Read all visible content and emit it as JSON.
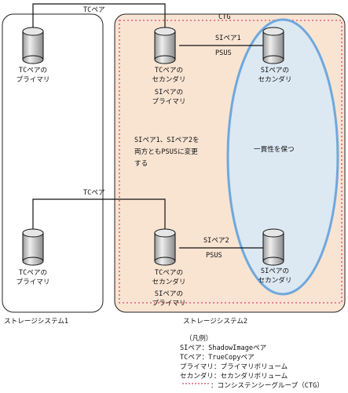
{
  "storage1": {
    "label": "ストレージシステム1",
    "volume_top": [
      "TCペアの",
      "プライマリ"
    ],
    "volume_bottom": [
      "TCペアの",
      "プライマリ"
    ]
  },
  "storage2": {
    "label": "ストレージシステム2",
    "ctg_label": "CTG",
    "volume_top_left": [
      "TCペアの",
      "セカンダリ",
      "SIペアの",
      "プライマリ"
    ],
    "volume_bottom_left": [
      "TCペアの",
      "セカンダリ",
      "SIペアの",
      "プライマリ"
    ],
    "volume_top_right": [
      "SIペアの",
      "セカンダリ"
    ],
    "volume_bottom_right": [
      "SIペアの",
      "セカンダリ"
    ],
    "consistency_label": "一貫性を保つ",
    "note": [
      "SIペア1、SIペア2を",
      "両方ともPSUSに変更",
      "する"
    ]
  },
  "links": {
    "tc_top": "TCペア",
    "tc_bottom": "TCペア",
    "si1_name": "SIペア1",
    "si1_status": "PSUS",
    "si2_name": "SIペア2",
    "si2_status": "PSUS"
  },
  "legend": {
    "title": "（凡例）",
    "items": [
      "SIペア：ShadowImageペア",
      "TCペア：TrueCopyペア",
      "プライマリ：プライマリボリューム",
      "セカンダリ：セカンダリボリューム"
    ],
    "ctg_item": "：コンシステンシーグループ（CTG）"
  },
  "colors": {
    "storage2_fill": "#f9e4d2",
    "ctg_border": "#e0607a",
    "ellipse_stroke": "#6fa8dc",
    "ellipse_fill": "#d7e9f8",
    "cylinder_fill": "#c8c8c8"
  }
}
